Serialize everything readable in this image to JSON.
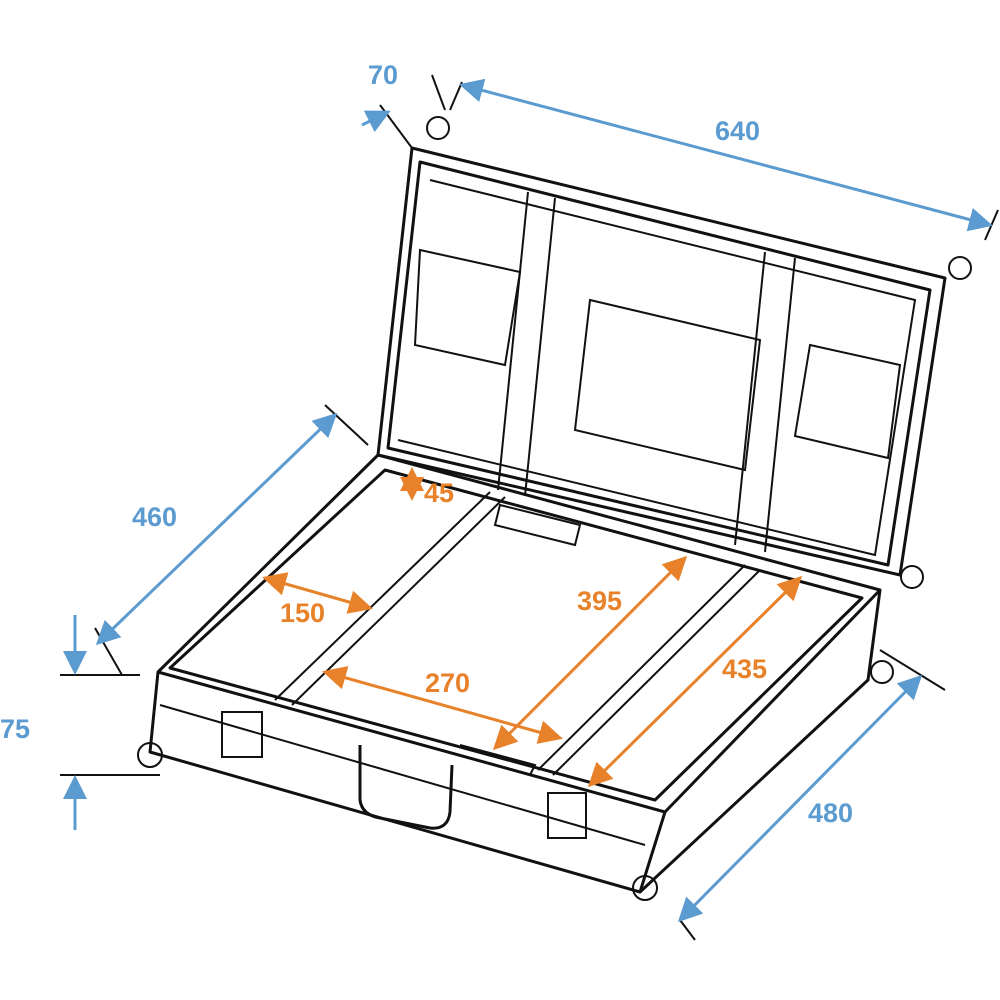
{
  "colors": {
    "outer_dimensions": "#5b9bd0",
    "inner_dimensions": "#e8822a",
    "outline": "#111111"
  },
  "outer_dimensions": {
    "lid_depth": "70",
    "length": "640",
    "width": "460",
    "height": "75",
    "base_depth": "480"
  },
  "inner_dimensions": {
    "compartment_height": "45",
    "side_compartment_width": "150",
    "center_compartment_width": "270",
    "center_compartment_depth": "395",
    "side_compartment_depth": "435"
  }
}
